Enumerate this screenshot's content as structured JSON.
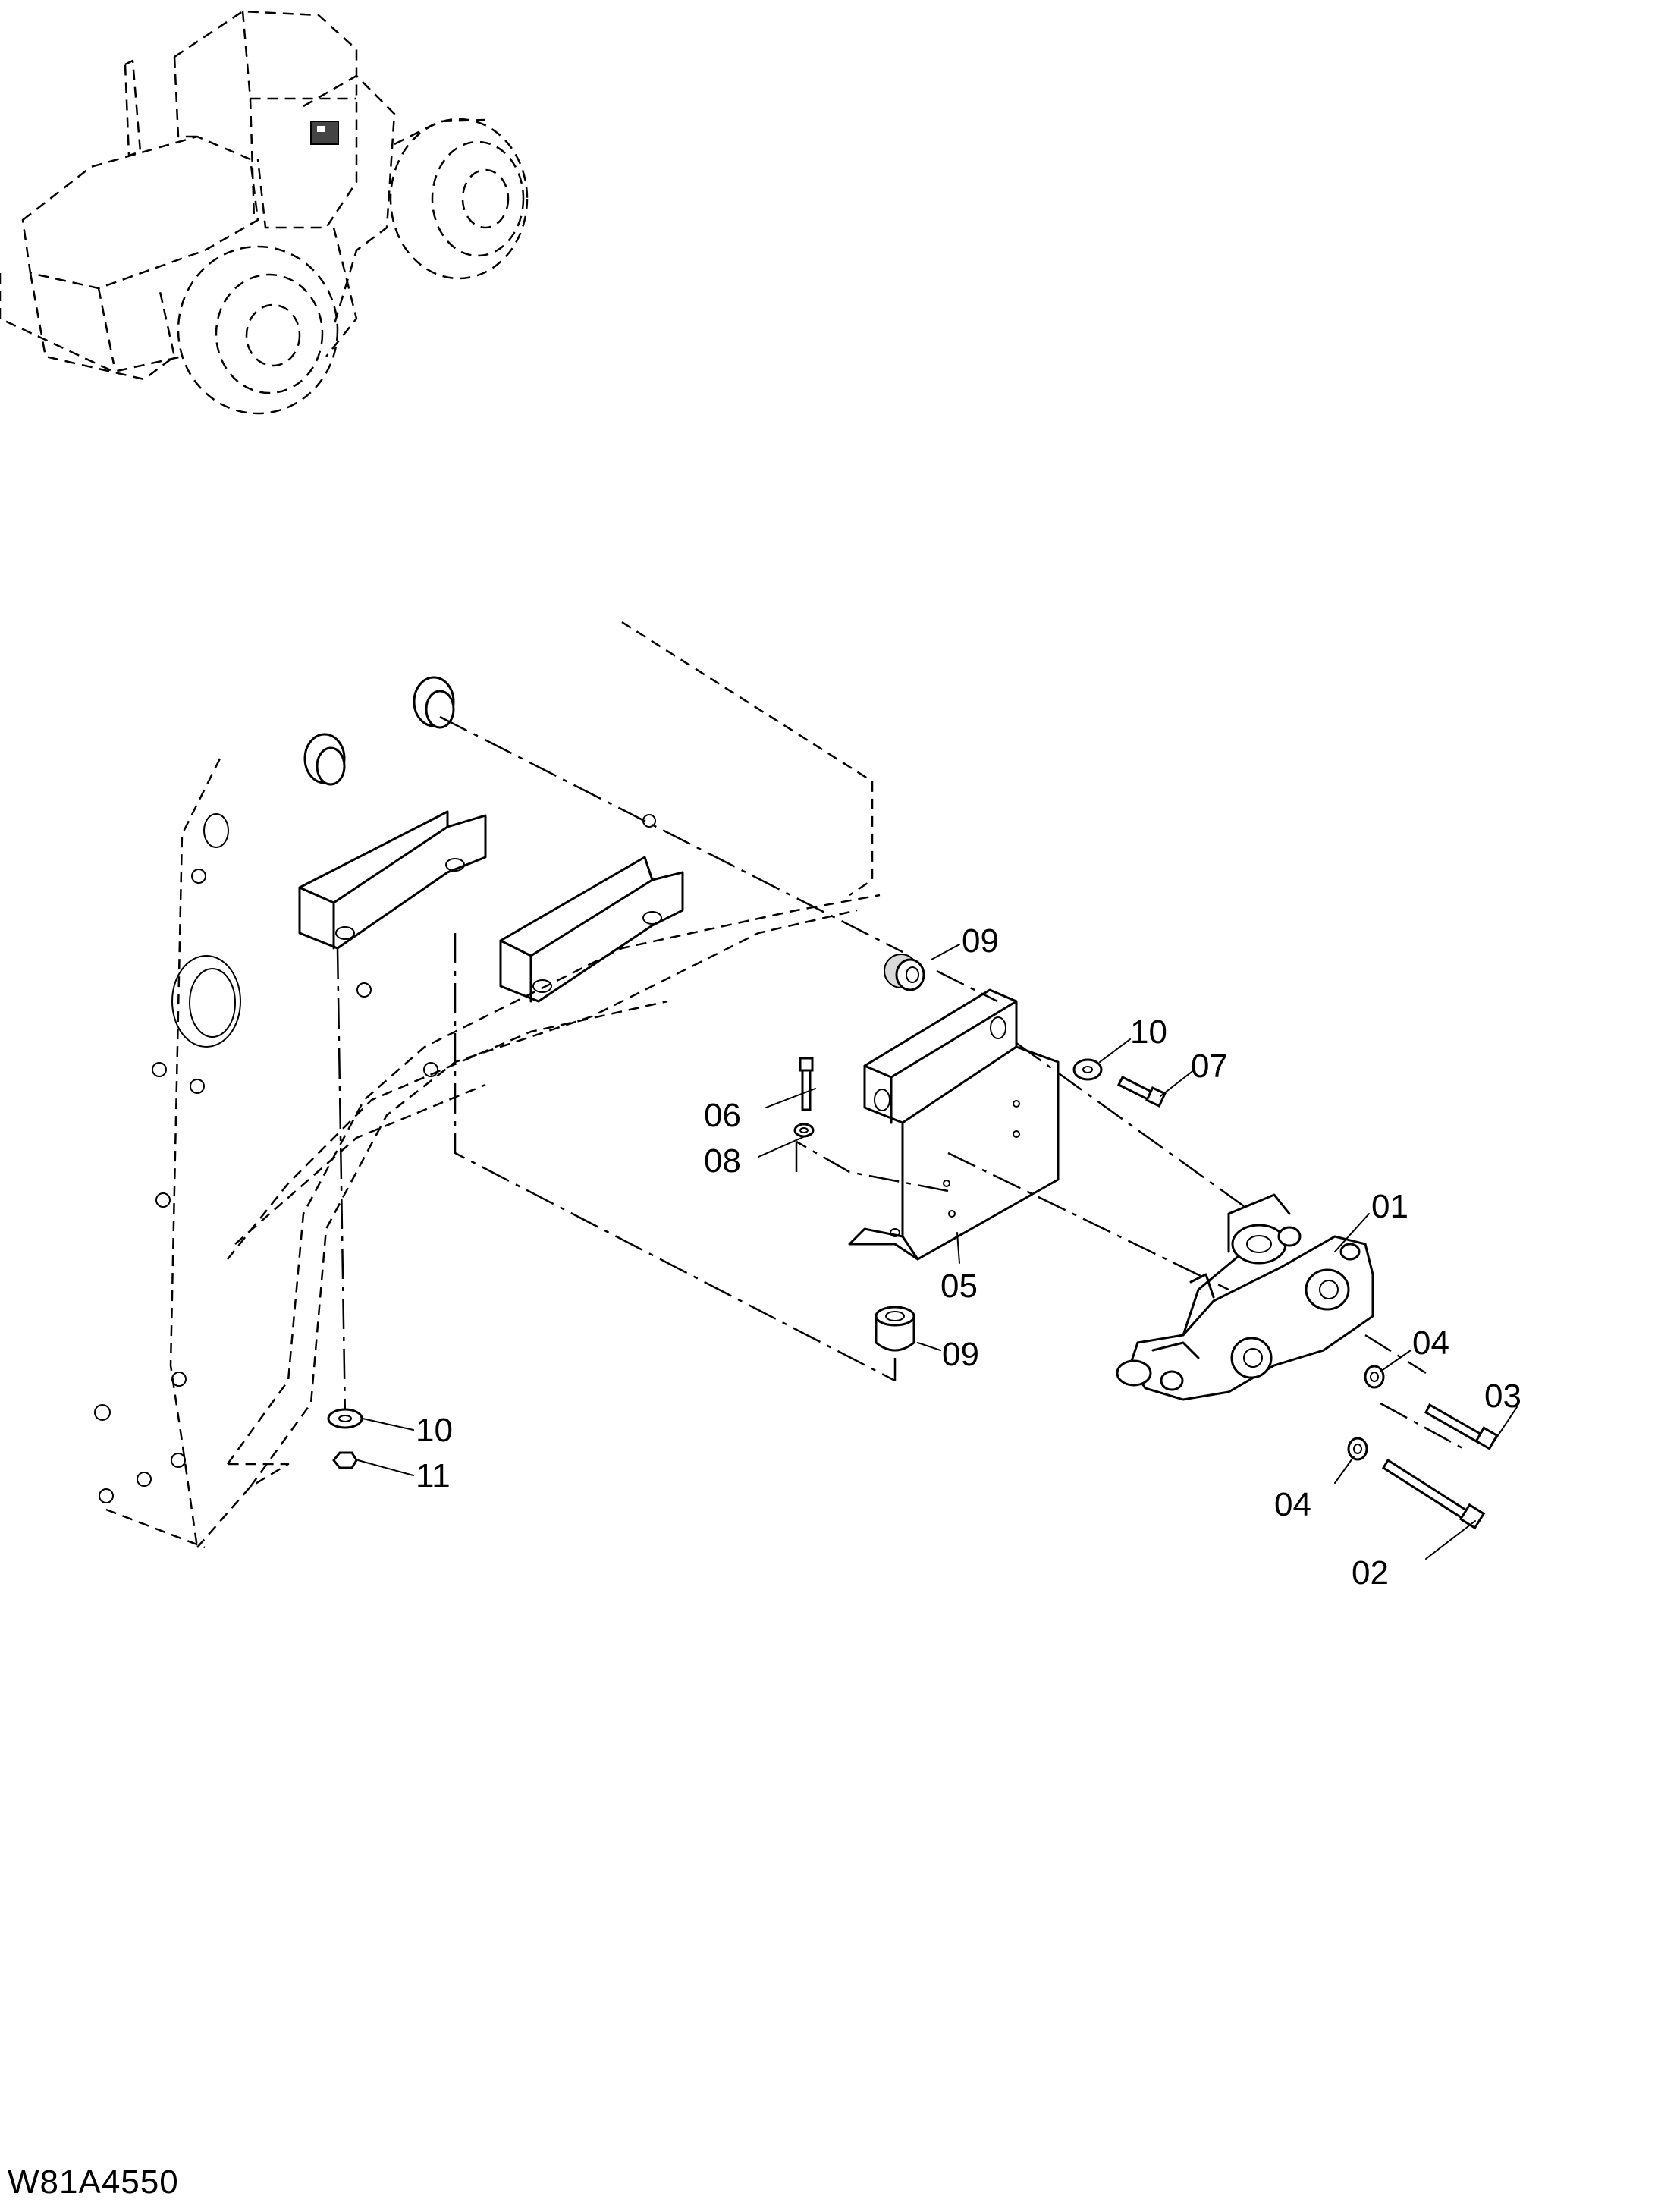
{
  "drawing_code": "W81A4550",
  "callouts": {
    "c01": "01",
    "c02": "02",
    "c03": "03",
    "c04a": "04",
    "c04b": "04",
    "c05": "05",
    "c06": "06",
    "c07": "07",
    "c08": "08",
    "c09a": "09",
    "c09b": "09",
    "c10a": "10",
    "c10b": "10",
    "c11": "11"
  }
}
